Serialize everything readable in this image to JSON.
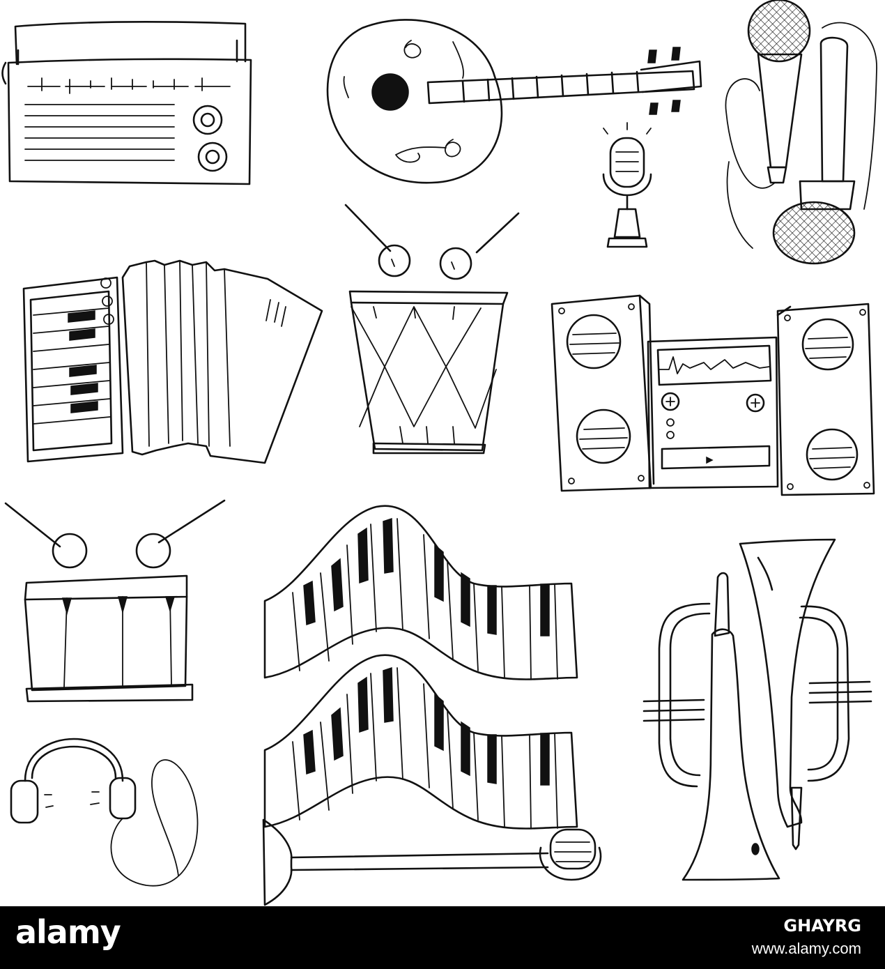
{
  "footer": {
    "logo_text": "alamy",
    "image_id": "GHAYRG",
    "site": "www.alamy.com"
  },
  "icons": [
    "radio-icon",
    "guitar-icon",
    "desk-microphone-icon",
    "handheld-microphones-icon",
    "accordion-icon",
    "drum-icon",
    "stereo-system-icon",
    "snare-drum-icon",
    "piano-keyboard-icon",
    "piano-keyboard-icon",
    "headphones-icon",
    "microphone-stand-icon",
    "trumpet-icon"
  ],
  "colors": {
    "ink": "#111111",
    "background": "#ffffff",
    "footer": "#000000"
  }
}
